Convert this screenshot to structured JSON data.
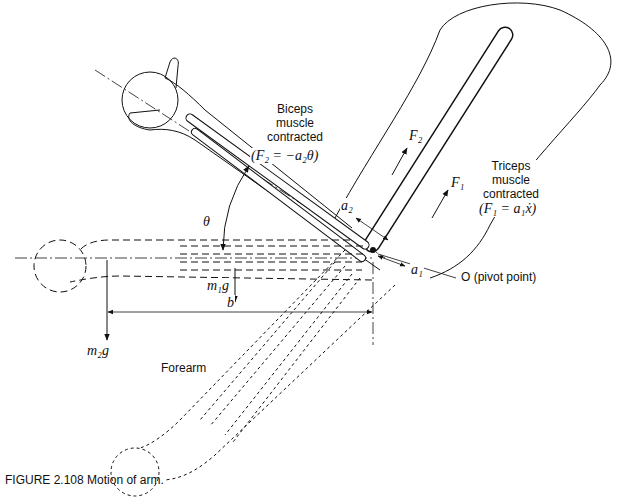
{
  "diagram": {
    "caption": "FIGURE 2.108 Motion of arm.",
    "labels": [
      "Biceps muscle contracted",
      "(F₂ = −a₂θ)",
      "F₂",
      "F₁",
      "Triceps muscle contracted",
      "(F₁ = a₁ẋ)",
      "a₂",
      "a₁",
      "θ",
      "O (pivot point)",
      "m₁g",
      "b",
      "m₂g",
      "Forearm"
    ]
  }
}
